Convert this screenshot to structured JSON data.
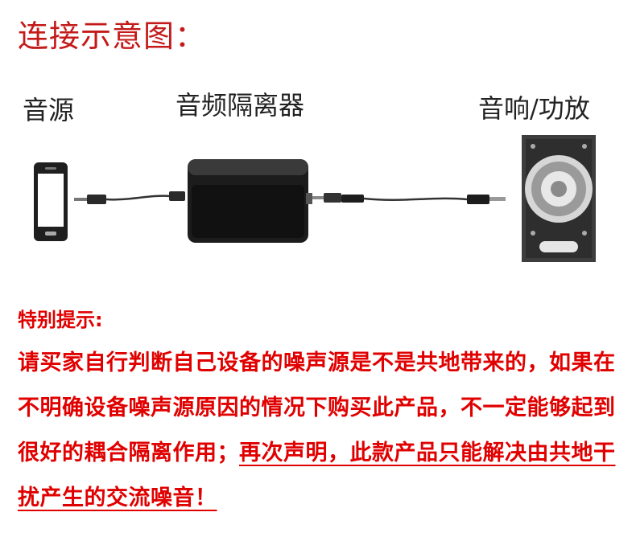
{
  "title": "连接示意图：",
  "labels": {
    "source": "音源",
    "isolator": "音频隔离器",
    "speaker": "音响/功放"
  },
  "notice": {
    "heading": "特别提示:",
    "body": "请买家自行判断自己设备的噪声源是不是共地带来的，如果在不明确设备噪声源原因的情况下购买此产品，不一定能够起到很好的耦合隔离作用；",
    "emphasis": "再次声明，此款产品只能解决由共地干扰产生的交流噪音！"
  },
  "colors": {
    "title": "#c41a1a",
    "notice": "#e00000",
    "device": "#1a1a1a"
  },
  "icons": [
    "phone-icon",
    "isolator-box",
    "speaker-icon",
    "audio-plug-icon"
  ]
}
